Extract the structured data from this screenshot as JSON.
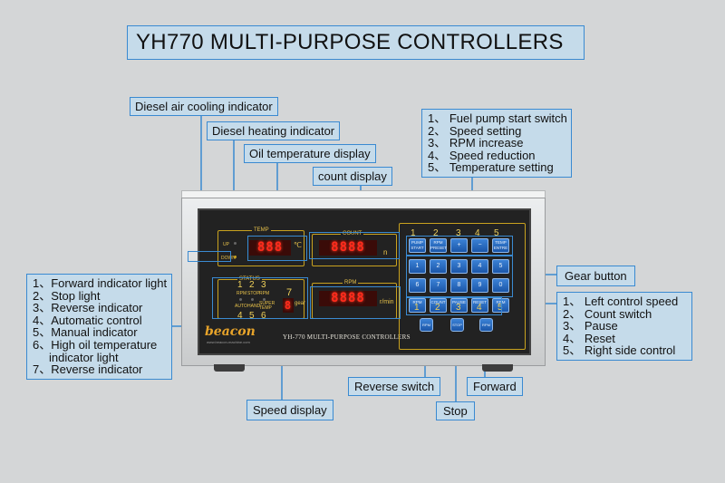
{
  "title": "YH770 MULTI-PURPOSE CONTROLLERS",
  "callouts": {
    "diesel_air_cooling": "Diesel air cooling indicator",
    "diesel_heating": "Diesel heating indicator",
    "oil_temperature": "Oil temperature display",
    "count_display": "count display",
    "gear_button": "Gear button",
    "speed_display": "Speed display",
    "reverse_switch": "Reverse switch",
    "forward": "Forward",
    "stop": "Stop"
  },
  "function_keys_list": [
    "1、 Fuel pump start switch",
    "2、 Speed setting",
    "3、 RPM increase",
    "4、 Speed reduction",
    "5、 Temperature setting"
  ],
  "indicator_list": [
    "1、Forward indicator light",
    "2、Stop light",
    "3、Reverse indicator",
    "4、Automatic control",
    "5、Manual indicator",
    "6、High oil temperature",
    "indicator light",
    "7、Reverse indicator"
  ],
  "control_list": [
    "1、 Left control speed",
    "2、 Count switch",
    "3、 Pause",
    "4、 Reset",
    "5、 Right side control"
  ],
  "device": {
    "temp_label": "TEMP",
    "count_label": "COUNT",
    "rpm_label": "RPM",
    "up_label": "UP",
    "down_label": "DOWN",
    "status_label": "STATUS",
    "temp_unit": "℃",
    "count_unit": "n",
    "rpm_unit": "r/min",
    "gear_label": "gear",
    "gear_digit": "7",
    "temp_digits": "888",
    "count_digits": "8888",
    "rpm_digits": "8888",
    "gear_display": "8",
    "status_top": [
      "RPM",
      "STOP",
      "RPM"
    ],
    "status_bottom": [
      "AUTO",
      "HAND",
      "SUPER TEMP"
    ],
    "status_nums_top": [
      "1",
      "2",
      "3"
    ],
    "status_nums_bottom": [
      "4",
      "5",
      "6"
    ],
    "logo": "beacon",
    "logo_url": "www.beacon-machine.com",
    "model": "YH-770 MULTI-PURPOSE CONTROLLERS",
    "key_nums_top": [
      "1",
      "2",
      "3",
      "4",
      "5"
    ],
    "key_nums_bottom": [
      "1",
      "2",
      "3",
      "4",
      "5"
    ],
    "function_keys": [
      "PUMP START",
      "RPM PRESET",
      "+",
      "−",
      "TEMP ENTRE"
    ],
    "number_keys_row1": [
      "1",
      "2",
      "3",
      "4",
      "5"
    ],
    "number_keys_row2": [
      "6",
      "7",
      "8",
      "9",
      "0"
    ],
    "control_keys": [
      "RPM",
      "COUNT",
      "PAUSE",
      "RESET",
      "RPM"
    ],
    "round_keys": [
      "RPM",
      "STOP",
      "RPM"
    ]
  }
}
